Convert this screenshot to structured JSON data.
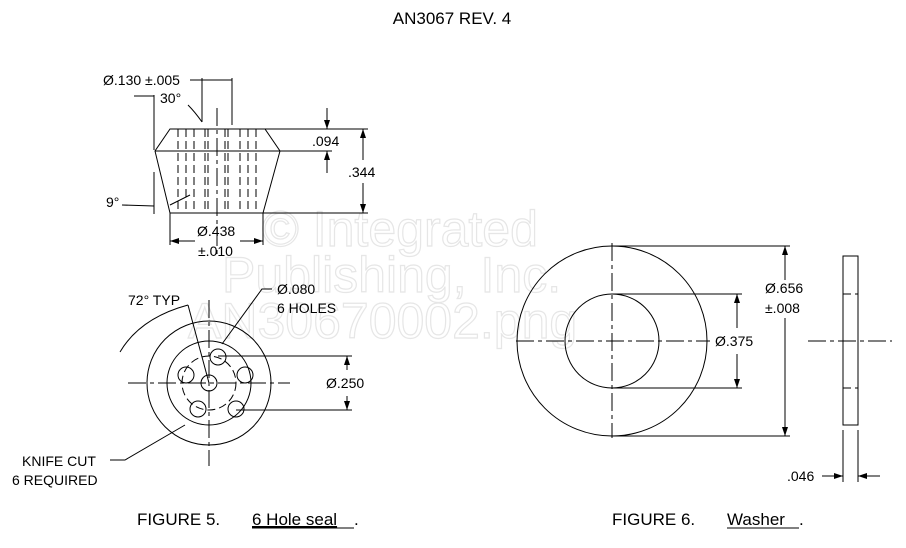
{
  "title": "AN3067 REV. 4",
  "watermark": {
    "line1": "© Integrated",
    "line2": "Publishing, Inc.",
    "line3": "AN30670002.png"
  },
  "figure5": {
    "caption_prefix": "FIGURE 5.",
    "caption_name": "6 Hole seal",
    "caption_suffix": ".",
    "dims": {
      "hole_dia": "Ø.130 ±.005",
      "angle_top": "30°",
      "angle_side": "9°",
      "top_height": ".094",
      "total_height": ".344",
      "base_dia": "Ø.438",
      "base_tol": "±.010",
      "angle_typ": "72° TYP",
      "small_hole": "Ø.080",
      "hole_count": "6 HOLES",
      "bolt_dia": "Ø.250",
      "knife_cut": "KNIFE CUT",
      "knife_req": "6 REQUIRED"
    }
  },
  "figure6": {
    "caption_prefix": "FIGURE 6.",
    "caption_name": "Washer",
    "caption_suffix": ".",
    "dims": {
      "outer_dia": "Ø.656",
      "outer_tol": "±.008",
      "inner_dia": "Ø.375",
      "thickness": ".046"
    }
  }
}
